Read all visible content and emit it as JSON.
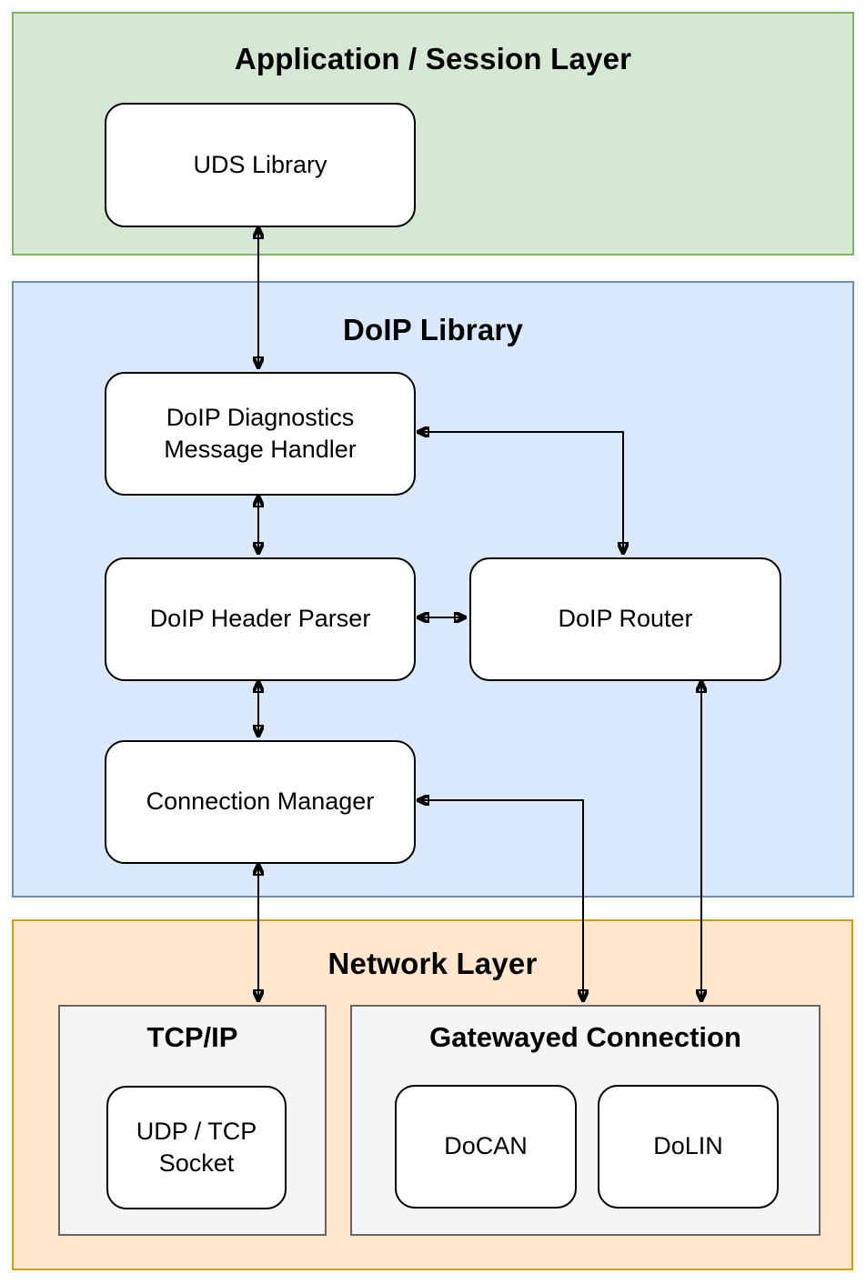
{
  "diagram": {
    "layers": {
      "application": {
        "title": "Application / Session Layer"
      },
      "doip": {
        "title": "DoIP Library"
      },
      "network": {
        "title": "Network Layer"
      }
    },
    "nodes": {
      "uds_library": "UDS Library",
      "doip_diagnostics_message_handler": "DoIP Diagnostics\nMessage Handler",
      "doip_header_parser": "DoIP Header Parser",
      "doip_router": "DoIP Router",
      "connection_manager": "Connection Manager",
      "udp_tcp_socket": "UDP / TCP\nSocket",
      "docan": "DoCAN",
      "dolin": "DoLIN"
    },
    "groups": {
      "tcpip": {
        "title": "TCP/IP"
      },
      "gatewayed": {
        "title": "Gatewayed Connection"
      }
    },
    "edges": [
      {
        "from": "uds-library",
        "to": "doip-diagnostics-message-handler",
        "style": "double-arrow-vertical"
      },
      {
        "from": "doip-diagnostics-message-handler",
        "to": "doip-header-parser",
        "style": "double-arrow-vertical"
      },
      {
        "from": "doip-router",
        "to": "doip-diagnostics-message-handler",
        "style": "double-arrow-elbow"
      },
      {
        "from": "doip-header-parser",
        "to": "doip-router",
        "style": "double-arrow-horizontal"
      },
      {
        "from": "doip-header-parser",
        "to": "connection-manager",
        "style": "double-arrow-vertical"
      },
      {
        "from": "connection-manager",
        "to": "tcpip-group",
        "style": "double-arrow-vertical"
      },
      {
        "from": "gatewayed-connection-group",
        "to": "connection-manager",
        "style": "double-arrow-elbow"
      },
      {
        "from": "doip-router",
        "to": "gatewayed-connection-group",
        "style": "double-arrow-vertical"
      }
    ],
    "colors": {
      "application_fill": "#d5e8d4",
      "application_border": "#82b366",
      "doip_fill": "#dae8fc",
      "doip_border": "#6c8ebf",
      "network_fill": "#ffe6cc",
      "network_border": "#d79b00",
      "group_fill": "#f5f5f5",
      "group_border": "#666666",
      "node_fill": "#ffffff",
      "node_border": "#000000",
      "arrow": "#000000",
      "text": "#000000"
    }
  }
}
